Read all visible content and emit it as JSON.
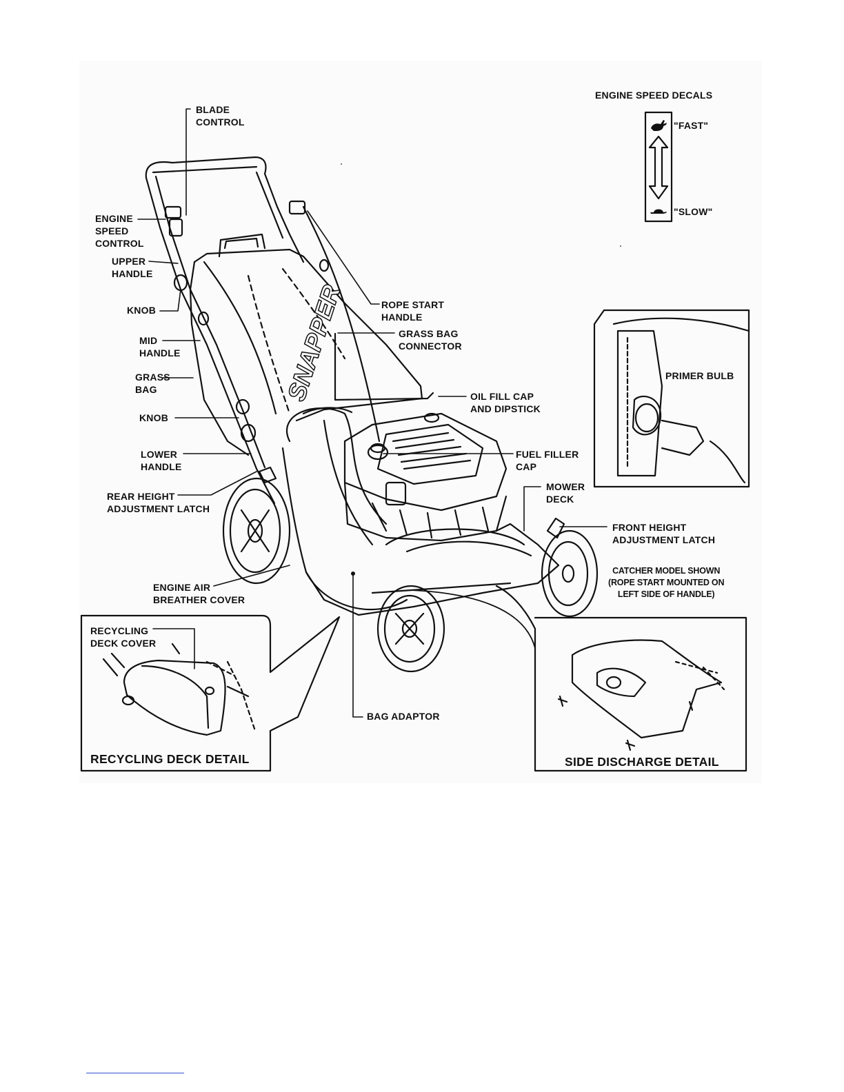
{
  "labels": {
    "blade_control": "BLADE\nCONTROL",
    "engine_speed_control": "ENGINE\nSPEED\nCONTROL",
    "upper_handle": "UPPER\nHANDLE",
    "knob_upper": "KNOB",
    "mid_handle": "MID\nHANDLE",
    "grass_bag": "GRASS\nBAG",
    "knob_lower": "KNOB",
    "lower_handle": "LOWER\nHANDLE",
    "rear_height_latch": "REAR HEIGHT\nADJUSTMENT LATCH",
    "engine_air_breather": "ENGINE AIR\nBREATHER COVER",
    "rope_start_handle": "ROPE START\nHANDLE",
    "grass_bag_connector": "GRASS BAG\nCONNECTOR",
    "oil_fill_cap": "OIL FILL CAP\nAND DIPSTICK",
    "fuel_filler_cap": "FUEL FILLER\nCAP",
    "mower_deck": "MOWER\nDECK",
    "front_height_latch": "FRONT HEIGHT\nADJUSTMENT LATCH",
    "catcher_note": "CATCHER MODEL SHOWN\n(ROPE START MOUNTED ON\nLEFT SIDE OF HANDLE)",
    "recycling_deck_cover": "RECYCLING\nDECK COVER",
    "bag_adaptor": "BAG ADAPTOR",
    "primer_bulb": "PRIMER BULB",
    "brand_on_bag": "SNAPPER"
  },
  "engine_speed_decals": {
    "title": "ENGINE SPEED DECALS",
    "fast": "\"FAST\"",
    "slow": "\"SLOW\"",
    "fast_icon": "rabbit-icon",
    "slow_icon": "turtle-icon"
  },
  "details": {
    "recycling": "RECYCLING DECK DETAIL",
    "side_discharge": "SIDE DISCHARGE DETAIL"
  }
}
